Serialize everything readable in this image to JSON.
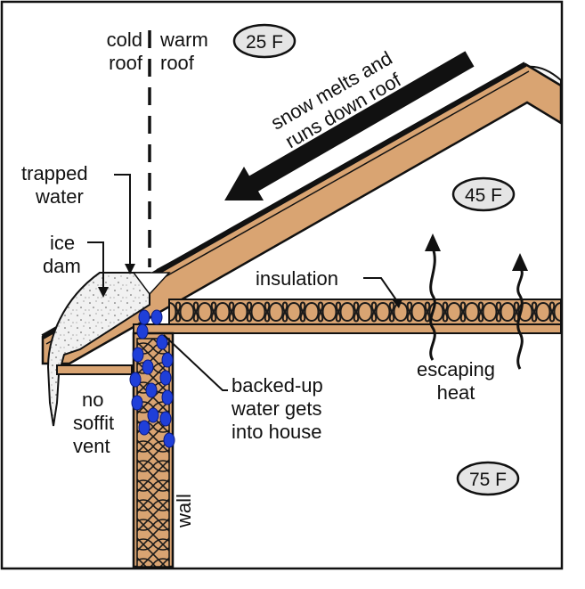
{
  "labels": {
    "cold_roof": [
      "cold",
      "roof"
    ],
    "warm_roof": [
      "warm",
      "roof"
    ],
    "snow_melts": [
      "snow melts and",
      "runs down roof"
    ],
    "trapped_water": [
      "trapped",
      "water"
    ],
    "ice_dam": [
      "ice",
      "dam"
    ],
    "insulation": "insulation",
    "escaping_heat": [
      "escaping",
      "heat"
    ],
    "backed_up": [
      "backed-up",
      "water gets",
      "into house"
    ],
    "no_soffit_vent": [
      "no",
      "soffit",
      "vent"
    ],
    "wall": "wall"
  },
  "temperatures": {
    "outside": "25 F",
    "attic": "45 F",
    "house": "75 F"
  },
  "colors": {
    "wood": "#d9a472",
    "water_drop": "#1f3fd9",
    "ice": "#f1f1f1",
    "temp_bubble": "#e5e5e5",
    "line": "#111111"
  }
}
